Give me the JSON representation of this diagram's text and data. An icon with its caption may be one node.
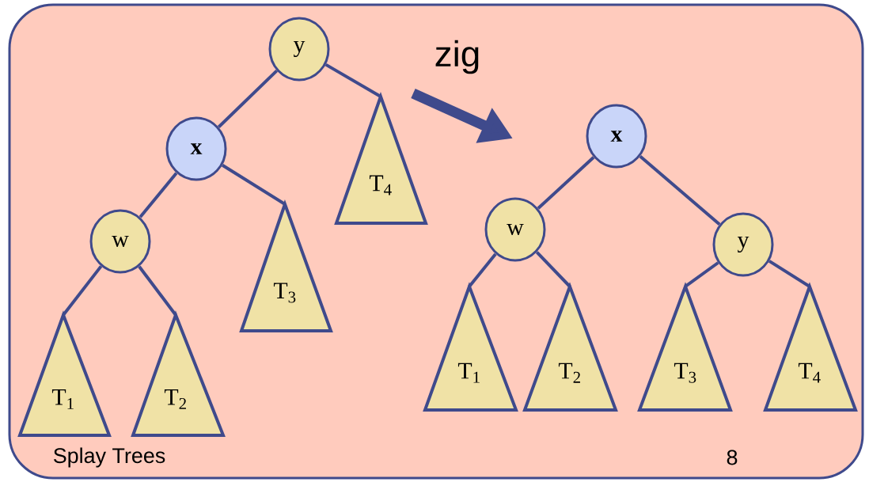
{
  "diagram": {
    "nodes": [
      {
        "text": [
          "y"
        ]
      },
      {
        "text": [
          "x"
        ]
      },
      {
        "text": [
          "w"
        ]
      },
      {
        "text": [
          "T$_{1}$"
        ]
      },
      {
        "text": [
          "T$_{2}$"
        ]
      },
      {
        "text": [
          "T$_{3}$"
        ]
      },
      {
        "text": [
          "T$_{4}$"
        ]
      },
      {
        "text": [
          "x"
        ]
      },
      {
        "text": [
          "w"
        ]
      },
      {
        "text": [
          "y"
        ]
      },
      {
        "text": [
          "T$_{1}$"
        ]
      },
      {
        "text": [
          "T$_{2}$"
        ]
      },
      {
        "text": [
          "T$_{3}$"
        ]
      },
      {
        "text": [
          "T$_{4}$"
        ]
      }
    ],
    "edges": [
      {
        "from": 0,
        "to": 1,
        "arrow": "none"
      },
      {
        "from": 0,
        "to": 6,
        "arrow": "none"
      },
      {
        "from": 1,
        "to": 2,
        "arrow": "none"
      },
      {
        "from": 1,
        "to": 5,
        "arrow": "none"
      },
      {
        "from": 2,
        "to": 3,
        "arrow": "none"
      },
      {
        "from": 2,
        "to": 4,
        "arrow": "none"
      },
      {
        "from": 7,
        "to": 8,
        "arrow": "none"
      },
      {
        "from": 7,
        "to": 9,
        "arrow": "none"
      },
      {
        "from": 8,
        "to": 10,
        "arrow": "none"
      },
      {
        "from": 8,
        "to": 11,
        "arrow": "none"
      },
      {
        "from": 9,
        "to": 12,
        "arrow": "none"
      },
      {
        "from": 9,
        "to": 13,
        "arrow": "none"
      }
    ],
    "labels": [
      "zig",
      "Splay Trees",
      "8"
    ]
  }
}
